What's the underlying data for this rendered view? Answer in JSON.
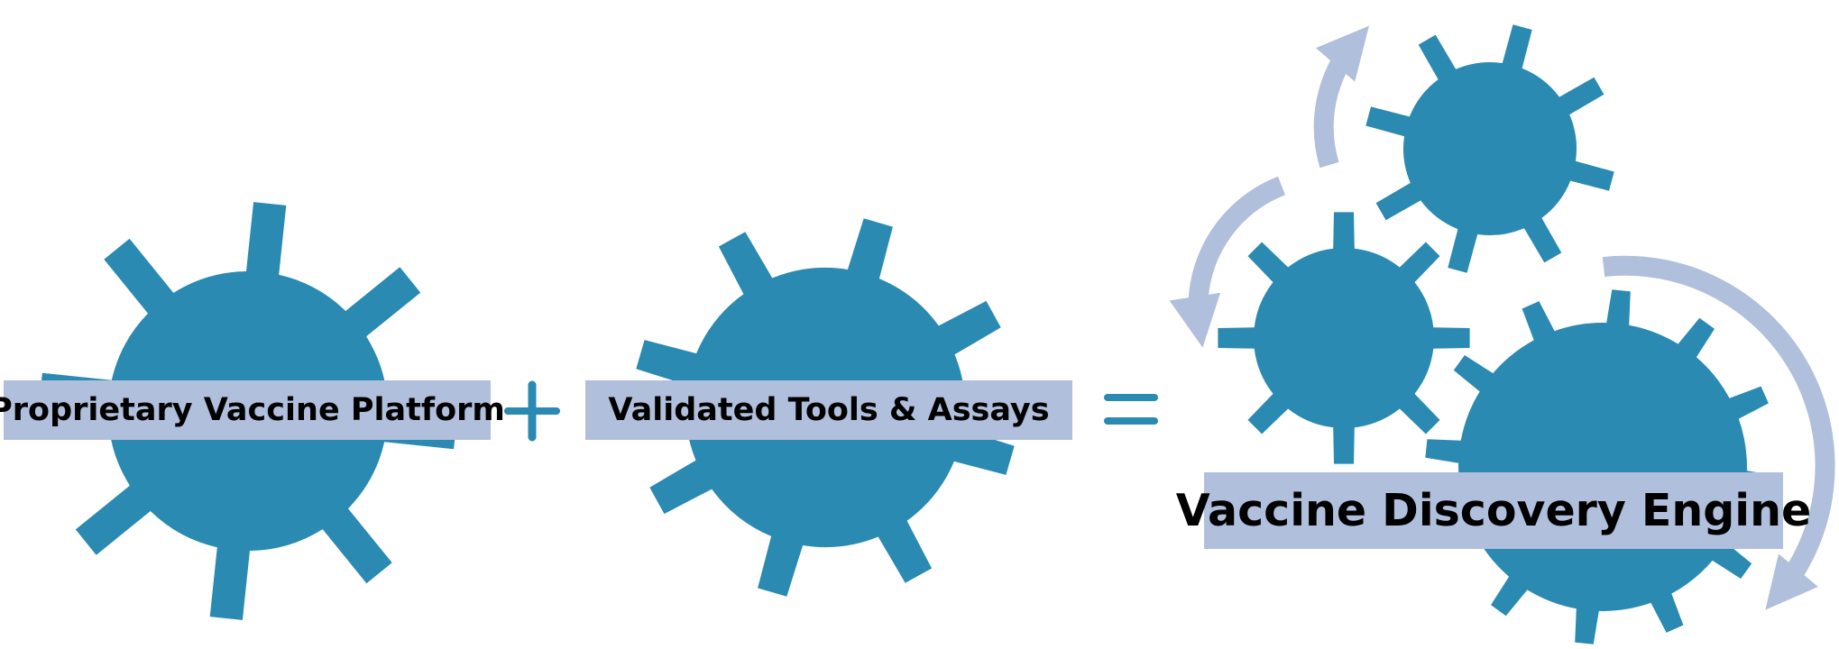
{
  "labels": {
    "platform": "Proprietary Vaccine Platform",
    "tools": "Validated Tools & Assays",
    "engine": "Vaccine Discovery Engine"
  },
  "icons": {
    "gear": "gear-icon",
    "plus": "plus-icon",
    "equals": "equals-icon",
    "arrow": "curved-arrow-icon"
  },
  "colors": {
    "gear": "#2a8ab2",
    "label_background": "#b0bfdc",
    "arrow": "#b0bfdc",
    "text": "#000000"
  }
}
